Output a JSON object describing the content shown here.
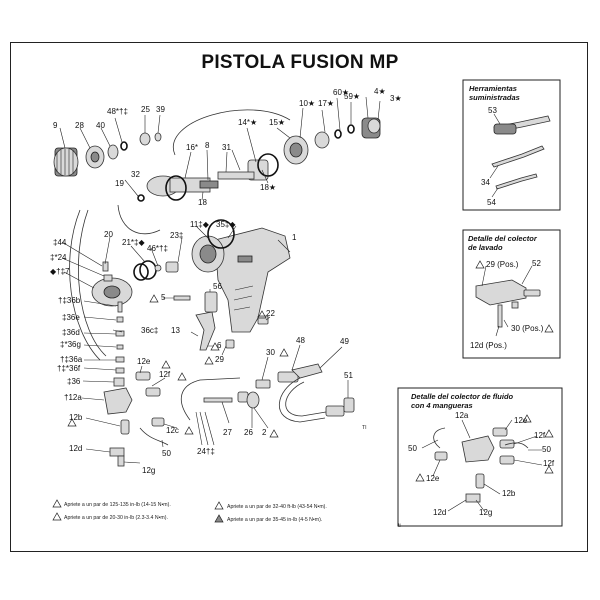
{
  "title": "PISTOLA FUSION MP",
  "insets": {
    "tools": {
      "heading_1": "Herramientas",
      "heading_2": "suministradas",
      "labels": [
        "53",
        "34",
        "54"
      ]
    },
    "flush": {
      "heading_1": "Detalle del colector",
      "heading_2": "de lavado",
      "labels": [
        "29 (Pos.)",
        "52",
        "30 (Pos.)",
        "12d (Pos.)"
      ]
    },
    "fluid": {
      "heading_1": "Detalle del colector de fluido",
      "heading_2": "con 4 mangueras",
      "labels": [
        "12a",
        "12e",
        "12f",
        "50",
        "50",
        "12f",
        "12e",
        "12b",
        "12d",
        "12g"
      ]
    }
  },
  "main_labels": [
    "9",
    "28",
    "40",
    "48*†‡",
    "25",
    "39",
    "14*★",
    "15★",
    "10★",
    "17★",
    "60★",
    "59★",
    "4★",
    "3★",
    "16*",
    "8",
    "31",
    "32",
    "19",
    "18",
    "18★",
    "11‡◆",
    "35‡◆",
    "1",
    "23‡",
    "‡44",
    "20",
    "21*‡◆",
    "46*†‡",
    "‡*24",
    "◆†‡7",
    "5",
    "56",
    "22",
    "13",
    "6",
    "29",
    "†‡36b",
    "‡36e",
    "‡36d",
    "36c‡",
    "‡*36g",
    "†‡36a",
    "†‡*36f",
    "‡36",
    "†12a",
    "12e",
    "12f",
    "12b",
    "12c",
    "50",
    "12d",
    "12g",
    "30",
    "48",
    "49",
    "51",
    "26",
    "2",
    "27",
    "24†‡"
  ],
  "legend": [
    "Apriete a un par de 125-135 in-lb (14-15 N•m).",
    "Apriete a un par de 20-30 in-lb (2.3-3.4 N•m).",
    "Apriete a un par de 32-40 ft-lb (43-54 N•m).",
    "Apriete a un par de 35-45 in-lb (4-5 N•m)."
  ],
  "corner_marks": [
    "TI",
    "ti"
  ]
}
